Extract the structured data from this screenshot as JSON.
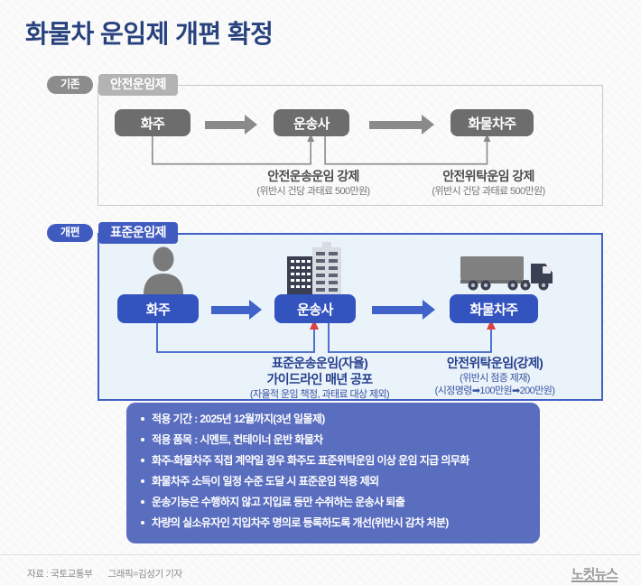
{
  "title": "화물차 운임제 개편 확정",
  "sections": {
    "old": {
      "tag": "기존",
      "label": "안전운임제",
      "nodes": [
        {
          "label": "화주"
        },
        {
          "label": "운송사"
        },
        {
          "label": "화물차주"
        }
      ],
      "captions": [
        {
          "main": "안전운송운임 강제",
          "sub": "(위반시 건당 과태료 500만원)"
        },
        {
          "main": "안전위탁운임 강제",
          "sub": "(위반시 건당 과태료 500만원)"
        }
      ]
    },
    "new": {
      "tag": "개편",
      "label": "표준운임제",
      "nodes": [
        {
          "label": "화주",
          "icon": "person-icon"
        },
        {
          "label": "운송사",
          "icon": "building-icon"
        },
        {
          "label": "화물차주",
          "icon": "truck-icon"
        }
      ],
      "captions": [
        {
          "main1": "표준운송운임(자율)",
          "main2": "가이드라인 매년 공포",
          "sub": "(자율적 운임 책정, 과태료 대상 제외)"
        },
        {
          "main1": "안전위탁운임(강제)",
          "sub1": "(위반시 점증 제재)",
          "sub2": "(시정명령➡100만원➡200만원)"
        }
      ]
    }
  },
  "bullets": [
    "적용 기간 : 2025년 12월까지(3년 일몰제)",
    "적용 품목 : 시멘트, 컨테이너 운반 화물차",
    "화주-화물차주 직접 계약일 경우 화주도 표준위탁운임 이상 운임 지급 의무화",
    "화물차주 소득이 일정 수준 도달 시 표준운임 적용 제외",
    "운송기능은 수행하지 않고 지입료 등만 수취하는 운송사 퇴출",
    "차량의 실소유자인 지입차주 명의로 등록하도록 개선(위반시 감차 처분)"
  ],
  "footer": {
    "source": "자료 : 국토교통부",
    "credit": "그래픽=김성기 기자",
    "logo": "노컷뉴스"
  },
  "colors": {
    "title": "#28427e",
    "gray_node": "#6d6d6d",
    "blue_node": "#3353bf",
    "blue_accent": "#3f5bbf",
    "panel_new_bg": "#eaf3fa",
    "bullets_bg": "#5a6ec0"
  }
}
